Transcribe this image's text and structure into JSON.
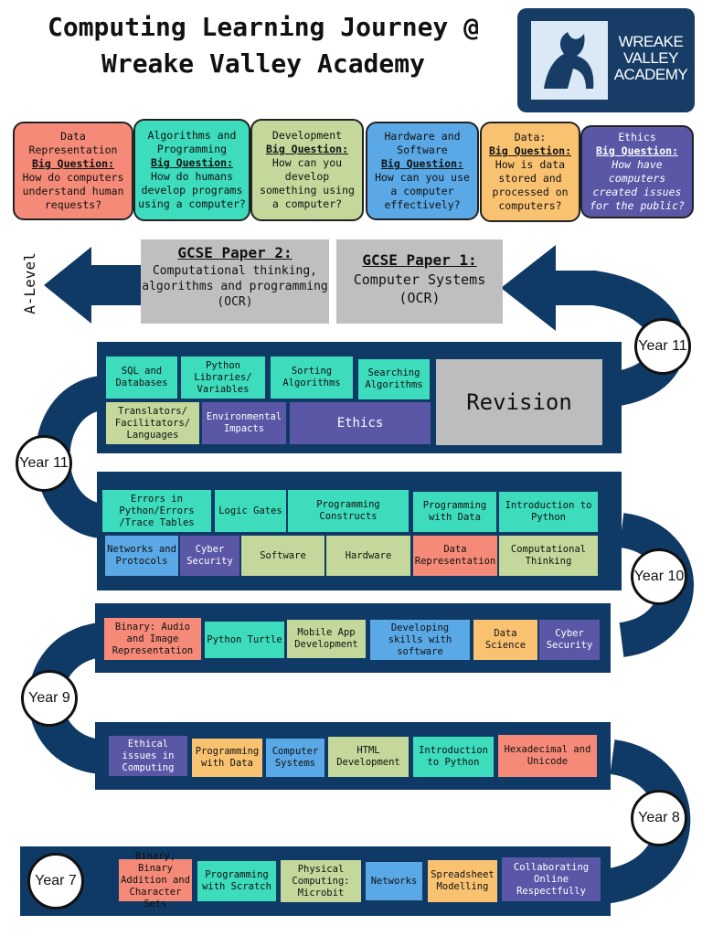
{
  "header": {
    "title_line1": "Computing Learning Journey @",
    "title_line2": "Wreake Valley Academy",
    "logo_text": [
      "WREAKE",
      "VALLEY",
      "ACADEMY"
    ]
  },
  "big_questions": [
    {
      "topic": "Data Representation",
      "label": "Big Question:",
      "question": "How do computers understand human requests?",
      "color": "#f58a78"
    },
    {
      "topic": "Algorithms and Programming",
      "label": "Big Question:",
      "question": "How do humans develop programs using a computer?",
      "color": "#3cdcbc"
    },
    {
      "topic": "Development",
      "label": "Big Question:",
      "question": "How can you develop something using a computer?",
      "color": "#c3d89a"
    },
    {
      "topic": "Hardware and Software",
      "label": "Big Question:",
      "question": "How can you use a computer effectively?",
      "color": "#5aa8e6"
    },
    {
      "topic": "Data:",
      "label": "Big Question:",
      "question": "How is data stored and processed on computers?",
      "color": "#f9c271"
    },
    {
      "topic": "Ethics",
      "label": "Big Question:",
      "question": "How have computers created issues for the public?",
      "color": "#5a57a7"
    }
  ],
  "papers": {
    "paper2_heading": "GCSE Paper 2:",
    "paper2_sub": "Computational thinking, algorithms and programming (OCR)",
    "paper1_heading": "GCSE Paper 1:",
    "paper1_sub": "Computer Systems (OCR)",
    "alevel": "A-Level"
  },
  "years": {
    "y11_top": "Year 11",
    "y11_left": "Year 11",
    "y10": "Year 10",
    "y9": "Year 9",
    "y8": "Year 8",
    "y7": "Year 7"
  },
  "rows": {
    "y11b": [
      "SQL and Databases",
      "Python Libraries/ Variables",
      "Sorting Algorithms",
      "Searching Algorithms",
      "Revision",
      "Translators/ Facilitators/ Languages",
      "Environmental Impacts",
      "Ethics"
    ],
    "y10": [
      "Errors in Python/Errors /Trace Tables",
      "Logic Gates",
      "Programming Constructs",
      "Programming with Data",
      "Introduction to Python",
      "Networks and Protocols",
      "Cyber Security",
      "Software",
      "Hardware",
      "Data Representation",
      "Computational Thinking"
    ],
    "y9": [
      "Binary: Audio and Image Representation",
      "Python Turtle",
      "Mobile App Development",
      "Developing skills with software",
      "Data Science",
      "Cyber Security"
    ],
    "y8": [
      "Ethical issues in Computing",
      "Programming with Data",
      "Computer Systems",
      "HTML Development",
      "Introduction to Python",
      "Hexadecimal and Unicode"
    ],
    "y7": [
      "Binary, Binary Addition and Character Sets",
      "Programming with Scratch",
      "Physical Computing: Microbit",
      "Networks",
      "Spreadsheet Modelling",
      "Collaborating Online Respectfully"
    ]
  },
  "colors": {
    "path": "#0f3a66",
    "teal": "#3cdcbc",
    "sage": "#c3d89a",
    "purple": "#5a57a7",
    "salmon": "#f58a78",
    "blue": "#5aa8e6",
    "orange": "#f9c271",
    "grey": "#bdbdbd"
  }
}
